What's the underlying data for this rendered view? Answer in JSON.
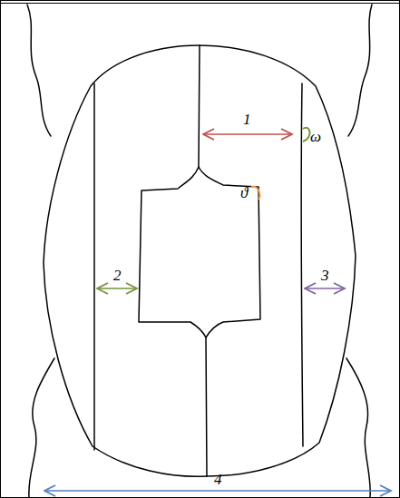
{
  "diagram": {
    "labels": [
      "1",
      "2",
      "3",
      "4",
      "ϑ",
      "ω"
    ]
  }
}
